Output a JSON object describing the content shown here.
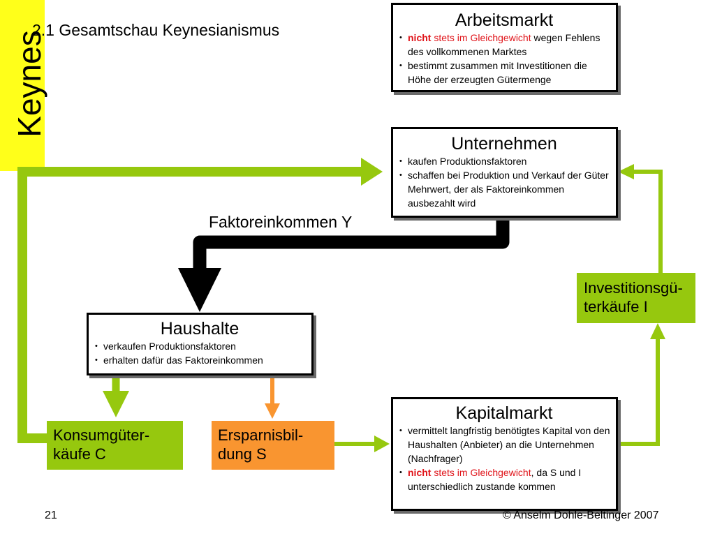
{
  "sidebar": {
    "label": "Keynes"
  },
  "title": "2.1 Gesamtschau Keynesianismus",
  "boxes": {
    "arbeitsmarkt": {
      "title": "Arbeitsmarkt",
      "b1_red": "nicht",
      "b1_red2": " stets im Gleichgewicht",
      "b1_rest": " wegen Fehlens des vollkommenen Marktes",
      "b2": "bestimmt zusammen mit Investitionen die Höhe der erzeugten Gütermenge"
    },
    "unternehmen": {
      "title": "Unternehmen",
      "b1": "kaufen Produktionsfaktoren",
      "b2": "schaffen bei Produktion und Verkauf der Güter Mehrwert, der als Faktoreinkommen ausbezahlt wird"
    },
    "haushalte": {
      "title": "Haushalte",
      "b1": "verkaufen Produktionsfaktoren",
      "b2": "erhalten dafür das Faktoreinkommen"
    },
    "kapitalmarkt": {
      "title": "Kapitalmarkt",
      "b1": "vermittelt langfristig benötigtes Kapital von den Haushalten (Anbieter) an die Unternehmen (Nachfrager)",
      "b2_red": "nicht",
      "b2_red2": " stets im Gleichgewicht",
      "b2_rest": ", da S und I unterschiedlich zustande kommen"
    }
  },
  "flows": {
    "faktoreinkommen": "Faktoreinkommen Y",
    "konsum_line1": "Konsumgüter-",
    "konsum_line2": "käufe C",
    "ersparnis_line1": "Ersparnisbil-",
    "ersparnis_line2": "dung S",
    "invest_line1": "Investitionsgü-",
    "invest_line2": "terkäufe I"
  },
  "footer": {
    "page_number": "21",
    "copyright": "© Anselm Dohle-Beltinger 2007"
  },
  "colors": {
    "green": "#96c80e",
    "orange": "#f99530",
    "yellow": "#ffff1a",
    "red_text": "#e0141a",
    "black_arrow": "#000000"
  }
}
